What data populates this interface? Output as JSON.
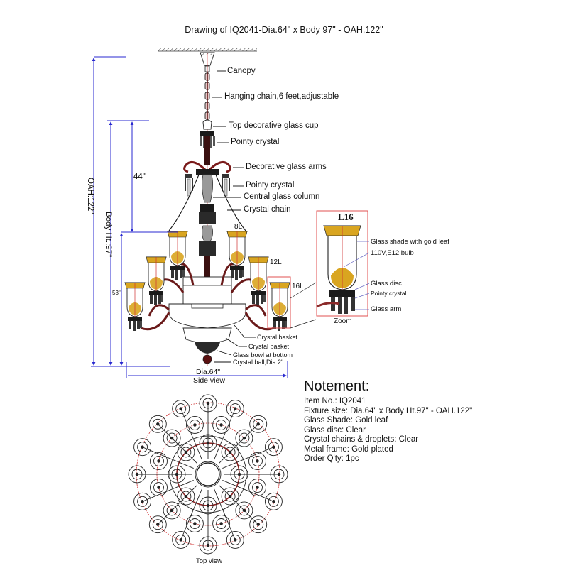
{
  "title": "Drawing of IQ2041-Dia.64\" x Body 97\" - OAH.122\"",
  "colors": {
    "dimension_line": "#2a2ad0",
    "highlight_frame": "#e05050",
    "gold_leaf": "#d9a520",
    "frame_dark": "#1a1a1a",
    "accent_red": "#8b1a1a",
    "zoom_leader": "#6060c0"
  },
  "side_view": {
    "caption": "Side view",
    "callouts": [
      {
        "id": "canopy",
        "label": "Canopy"
      },
      {
        "id": "hanging-chain",
        "label": "Hanging chain,6 feet,adjustable"
      },
      {
        "id": "top-cup",
        "label": "Top decorative glass cup"
      },
      {
        "id": "pointy-crystal-top",
        "label": "Pointy crystal"
      },
      {
        "id": "decorative-arms",
        "label": "Decorative glass arms"
      },
      {
        "id": "pointy-crystal-mid",
        "label": "Pointy crystal"
      },
      {
        "id": "central-column",
        "label": "Central glass column"
      },
      {
        "id": "crystal-chain",
        "label": "Crystal chain"
      },
      {
        "id": "crystal-basket-1",
        "label": "Crystal basket"
      },
      {
        "id": "crystal-basket-2",
        "label": "Crystal basket"
      },
      {
        "id": "glass-bowl",
        "label": "Glass bowl at bottom"
      },
      {
        "id": "crystal-ball",
        "label": "Crystal ball,Dia.2\""
      }
    ],
    "tier_labels": [
      "8L",
      "12L",
      "16L"
    ],
    "dimensions": {
      "oah": "OAH:122\"",
      "body_height": "Body Ht.:97\"",
      "upper": "44\"",
      "lower": "53\"",
      "diameter": "Dia.64\""
    }
  },
  "zoom_detail": {
    "title": "L16",
    "caption": "Zoom",
    "callouts": [
      {
        "id": "glass-shade",
        "label": "Glass shade with gold leaf"
      },
      {
        "id": "bulb",
        "label": "110V,E12 bulb"
      },
      {
        "id": "glass-disc",
        "label": "Glass disc"
      },
      {
        "id": "pointy-crystal",
        "label": "Pointy crystal"
      },
      {
        "id": "glass-arm",
        "label": "Glass arm"
      }
    ]
  },
  "top_view": {
    "caption": "Top view"
  },
  "notes": {
    "heading": "Notement:",
    "rows": [
      "Item No.: IQ2041",
      "Fixture size: Dia.64\" x Body Ht.97\" - OAH.122\"",
      "Glass Shade: Gold leaf",
      "Glass disc: Clear",
      "Crystal chains & droplets: Clear",
      "Metal frame: Gold plated",
      "Order Q'ty: 1pc"
    ]
  }
}
